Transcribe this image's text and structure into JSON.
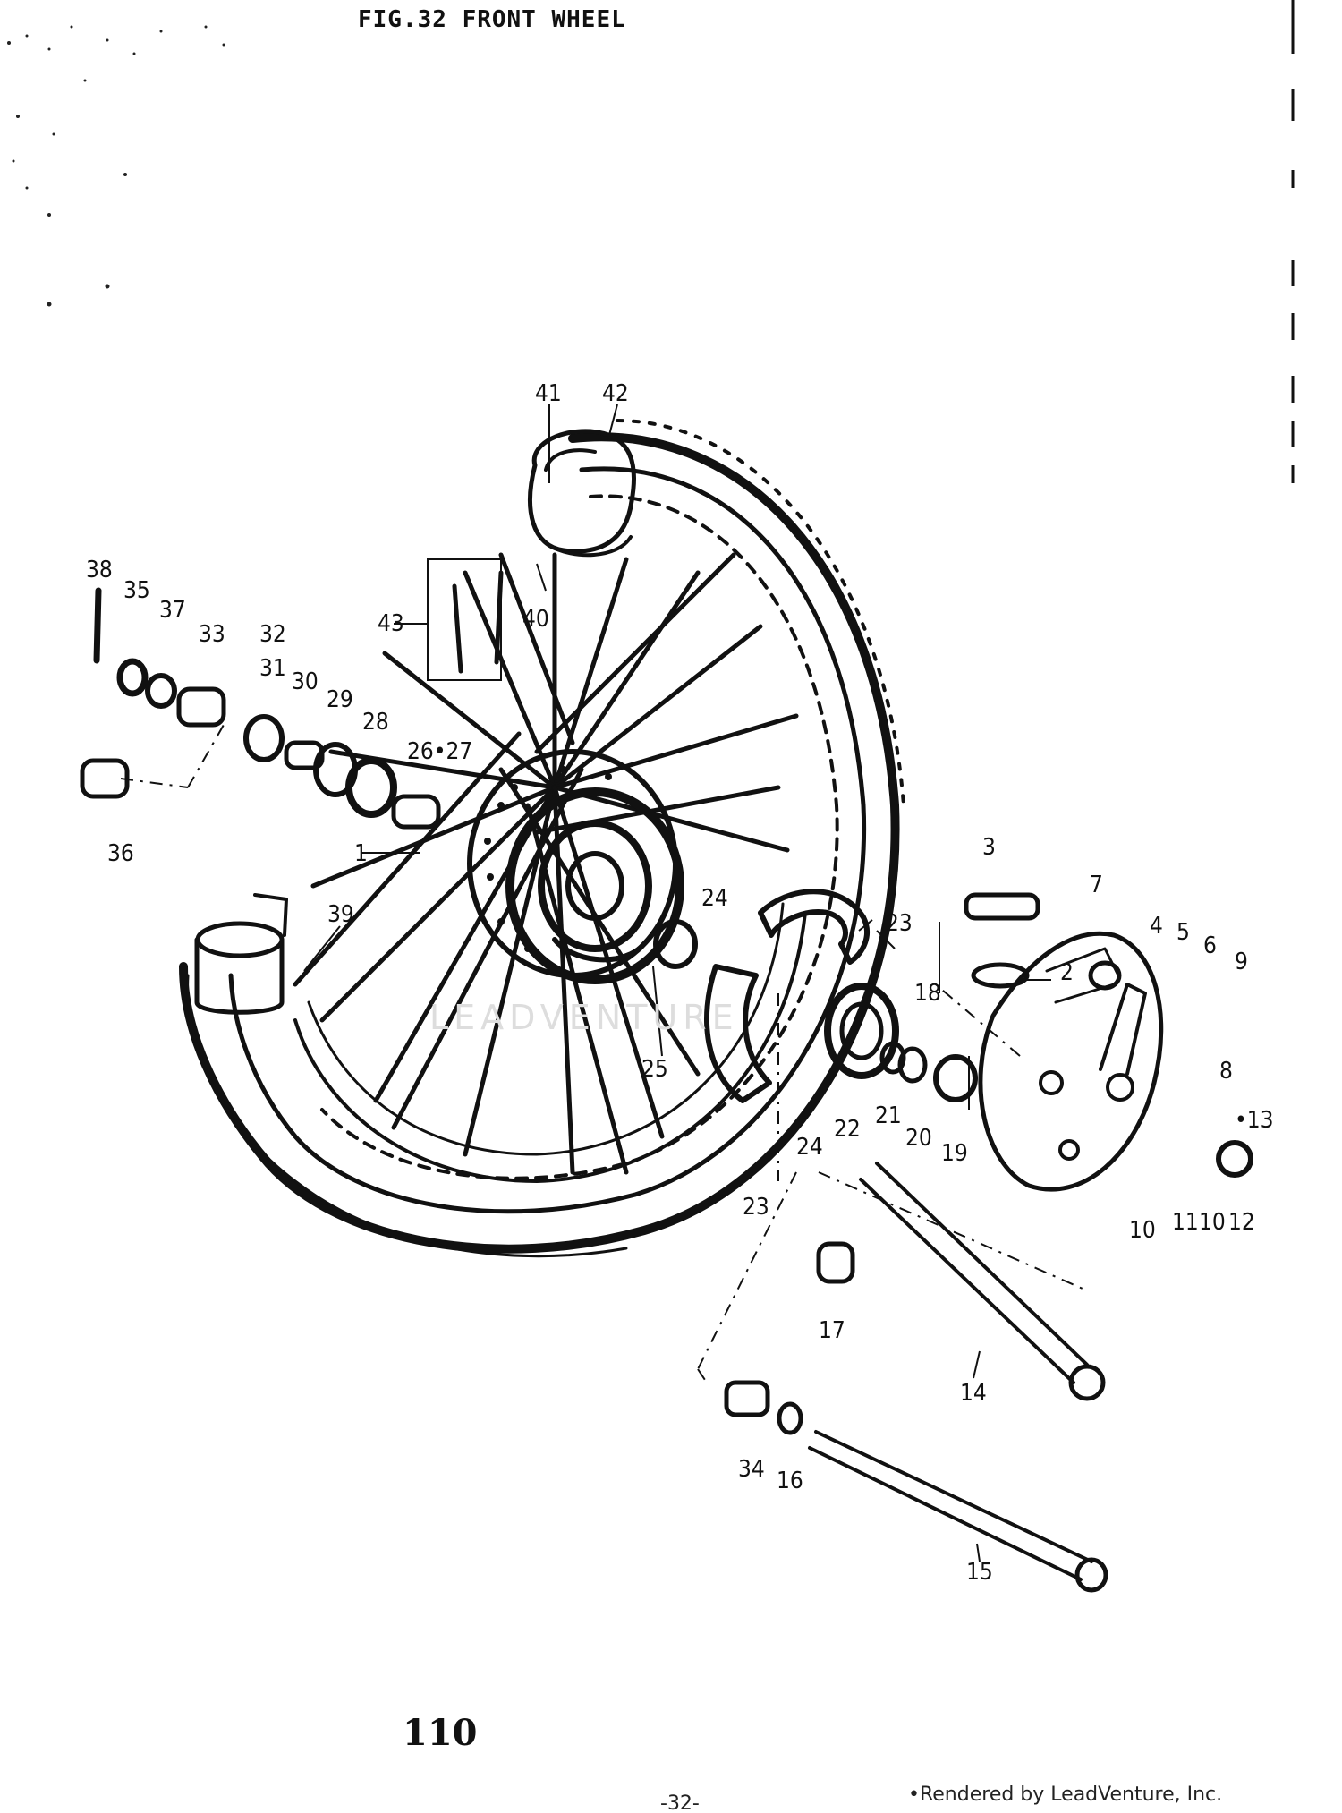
{
  "figure": {
    "title": "FIG.32   FRONT WHEEL",
    "page_number": "110",
    "sheet_code": "-32-",
    "footer": "•Rendered by LeadVenture, Inc.",
    "watermark": "LEADVENTURE"
  },
  "callouts": [
    "1",
    "2",
    "3",
    "4",
    "5",
    "6",
    "7",
    "8",
    "9",
    "10",
    "11",
    "12",
    "13",
    "14",
    "15",
    "16",
    "17",
    "18",
    "19",
    "20",
    "21",
    "22",
    "23",
    "24",
    "25",
    "26",
    "27",
    "28",
    "29",
    "30",
    "31",
    "32",
    "33",
    "34",
    "35",
    "36",
    "37",
    "38",
    "39",
    "40",
    "41",
    "42",
    "43"
  ],
  "labels": {
    "c41": "41",
    "c42": "42",
    "c40": "40",
    "c43": "43",
    "c38": "38",
    "c35": "35",
    "c37": "37",
    "c33": "33",
    "c32": "32",
    "c31": "31",
    "c30": "30",
    "c29": "29",
    "c28": "28",
    "c2627": "26•27",
    "c36": "36",
    "c1": "1",
    "c39": "39",
    "c24a": "24",
    "c23a": "23",
    "c3": "3",
    "c7": "7",
    "c4": "4",
    "c5": "5",
    "c6": "6",
    "c9": "9",
    "c2": "2",
    "c18": "18",
    "c25": "25",
    "c22": "22",
    "c21": "21",
    "c20": "20",
    "c19": "19",
    "c8": "8",
    "c13": "•13",
    "c24b": "24",
    "c23b": "23",
    "c10a": "10",
    "c11": "11",
    "c10b": "10",
    "c12": "12",
    "c17": "17",
    "c14": "14",
    "c34": "34",
    "c16": "16",
    "c15": "15"
  }
}
